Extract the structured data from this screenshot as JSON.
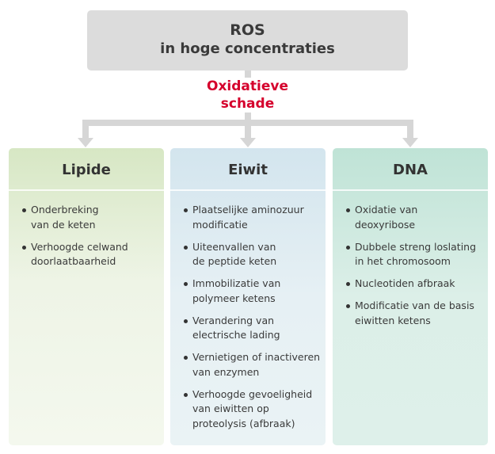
{
  "top_box": {
    "line1": "ROS",
    "line2": "in hoge concentraties"
  },
  "connector_label": {
    "line1": "Oxidatieve",
    "line2": "schade"
  },
  "columns": [
    {
      "title": "Lipide",
      "items": [
        [
          "Onderbreking",
          "van de keten"
        ],
        [
          "Verhoogde celwand",
          "doorlaatbaarheid"
        ]
      ]
    },
    {
      "title": "Eiwit",
      "items": [
        [
          "Plaatselijke aminozuur",
          "modificatie"
        ],
        [
          "Uiteenvallen van",
          "de peptide keten"
        ],
        [
          "Immobilizatie van",
          "polymeer ketens"
        ],
        [
          "Verandering van",
          "electrische lading"
        ],
        [
          "Vernietigen of inactiveren",
          "van enzymen"
        ],
        [
          "Verhoogde gevoeligheid",
          "van eiwitten op",
          "proteolysis (afbraak)"
        ]
      ]
    },
    {
      "title": "DNA",
      "items": [
        [
          "Oxidatie van",
          "deoxyribose"
        ],
        [
          "Dubbele streng loslating",
          "in het chromosoom"
        ],
        [
          "Nucleotiden afbraak"
        ],
        [
          "Modificatie van de basis",
          "eiwitten ketens"
        ]
      ]
    }
  ],
  "colors": {
    "accent": "#d5002c",
    "connector": "#d6d6d6",
    "top_box": "#dcdcdc"
  }
}
